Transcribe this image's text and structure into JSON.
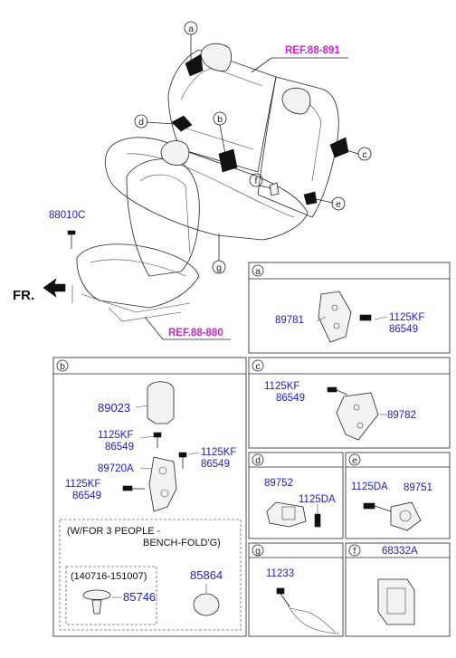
{
  "labels": {
    "ref_rear": "REF.88-891",
    "ref_front": "REF.88-880",
    "front_dir": "FR.",
    "bolt_main": "88010C",
    "callouts": {
      "a": "a",
      "b": "b",
      "c": "c",
      "d": "d",
      "e": "e",
      "f": "f",
      "g": "g"
    }
  },
  "panels": {
    "a": {
      "tag": "a",
      "parts": [
        "89781",
        "1125KF",
        "86549"
      ]
    },
    "b": {
      "tag": "b",
      "parts": [
        "89023",
        "1125KF",
        "86549",
        "1125KF",
        "86549",
        "89720A",
        "1125KF",
        "86549"
      ],
      "note_line1": "(W/FOR 3 PEOPLE -",
      "note_line2": "BENCH-FOLD'G)",
      "date_range": "(140716-151007)",
      "clip_part": "85746",
      "cap_part": "85864"
    },
    "c": {
      "tag": "c",
      "parts": [
        "1125KF",
        "86549",
        "89782"
      ]
    },
    "d": {
      "tag": "d",
      "parts": [
        "89752",
        "1125DA"
      ]
    },
    "e": {
      "tag": "e",
      "parts": [
        "1125DA",
        "89751"
      ]
    },
    "g": {
      "tag": "g",
      "parts": [
        "11233"
      ]
    },
    "f": {
      "tag": "f",
      "parts": [
        "68332A"
      ]
    }
  }
}
